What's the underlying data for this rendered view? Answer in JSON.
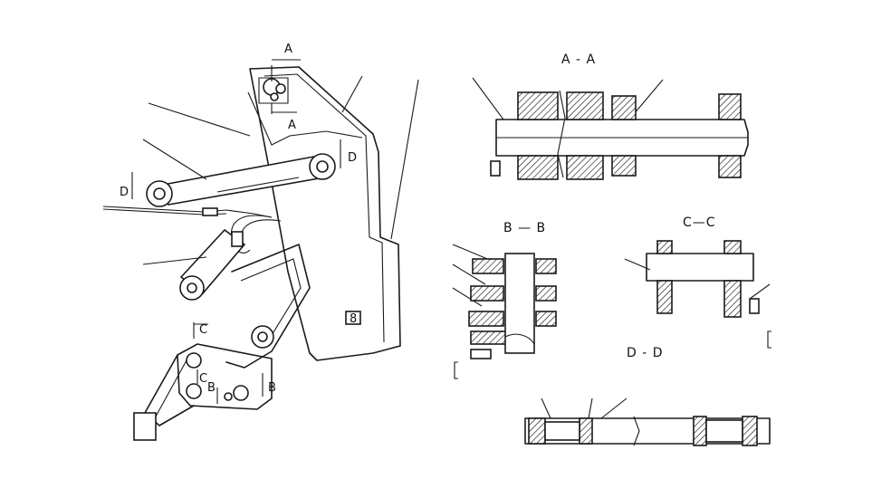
{
  "labels": {
    "section_a_marker": "A",
    "section_a_marker_2": "A",
    "section_b_marker": "B",
    "section_b_marker_2": "B",
    "section_c_marker": "C",
    "section_c_marker_2": "C",
    "section_d_marker": "D",
    "section_d_marker_2": "D",
    "plate_mark": "8",
    "view_a_title": "A - A",
    "view_b_title": "B — B",
    "view_c_title": "C—C",
    "view_d_title": "D - D"
  },
  "colors": {
    "line": "#1a1a1a",
    "background": "#ffffff"
  }
}
